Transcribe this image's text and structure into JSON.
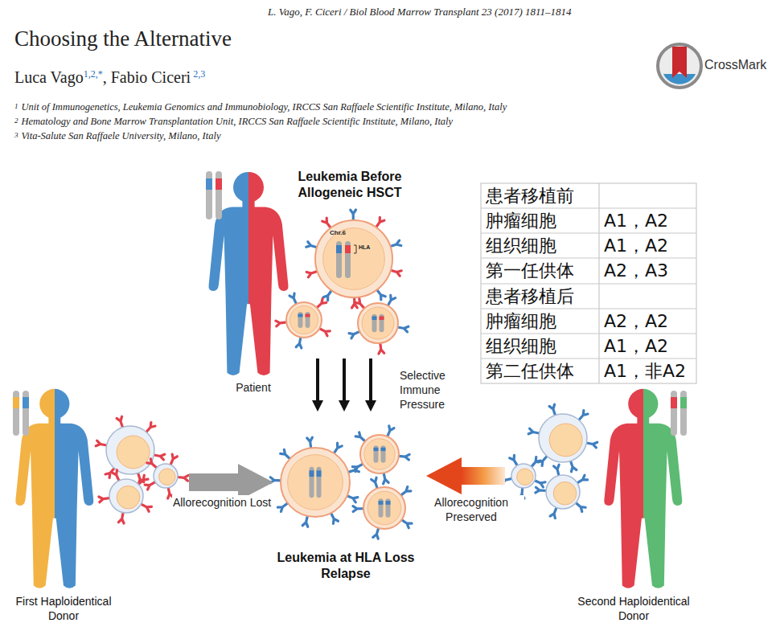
{
  "diagram": {
    "title": "Choosing the Alternative",
    "nodes": [
      {
        "text": [
          "Leukemia Before Allogeneic HSCT"
        ]
      },
      {
        "text": [
          "Leukemia at HLA Loss Relapse"
        ]
      },
      {
        "text": [
          "First Haploidentical Donor"
        ]
      },
      {
        "text": [
          "Second Haploidentical Donor"
        ]
      }
    ],
    "edges": [
      {
        "from": 0,
        "to": 1,
        "arrow": "to",
        "label": "Selective Immune Pressure"
      },
      {
        "from": 2,
        "to": 1,
        "arrow": "to",
        "label": "Allorecognition Lost"
      },
      {
        "from": 3,
        "to": 1,
        "arrow": "to",
        "label": "Allorecognition Preserved"
      }
    ],
    "labels": [
      "L. Vago, F. Ciceri / Biol Blood Marrow Transplant 23 (2017) 1811–1814",
      "Luca Vago",
      "1,2,*",
      ", Fabio Ciceri",
      "2,3",
      "1",
      "Unit of Immunogenetics, Leukemia Genomics and Immunobiology, IRCCS San Raffaele Scientific Institute, Milano, Italy",
      "2",
      "Hematology and Bone Marrow Transplantation Unit, IRCCS San Raffaele Scientific Institute, Milano, Italy",
      "3",
      "Vita-Salute San Raffaele University, Milano, Italy",
      "CrossMark",
      "Chr.6",
      "HLA",
      "Patient",
      "患者移植前",
      "肿瘤细胞",
      "A1，A2",
      "组织细胞",
      "A1，A2",
      "第一任供体",
      "A2，A3",
      "患者移植后",
      "肿瘤细胞",
      "A2，A2",
      "组织细胞",
      "A1，A2",
      "第二任供体",
      "A1，非A2"
    ]
  }
}
